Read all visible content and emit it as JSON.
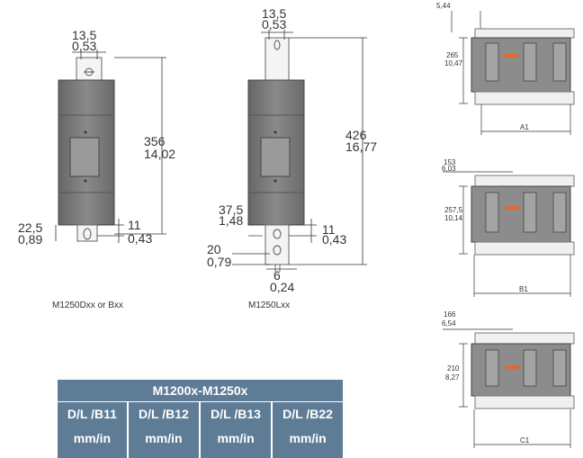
{
  "top_left_dim": "5,44",
  "drawing_dxx": {
    "top_dim": "13,5",
    "top_dim_in": "0,53",
    "height_dim": "356",
    "height_dim_in": "14,02",
    "terminal_dim": "22,5",
    "terminal_dim_in": "0,89",
    "hole_dim": "11",
    "hole_dim_in": "0,43",
    "caption": "M1250Dxx or Bxx"
  },
  "drawing_lxx": {
    "top_dim": "13,5",
    "top_dim_in": "0,53",
    "height_dim": "426",
    "height_dim_in": "16,77",
    "offset_dim": "37,5",
    "offset_dim_in": "1,48",
    "hole_dim": "11",
    "hole_dim_in": "0,43",
    "bottom_dim": "20",
    "bottom_dim_in": "0,79",
    "width_dim": "6",
    "width_dim_in": "0,24",
    "caption": "M1250Lxx"
  },
  "side_view_1": {
    "height_dim": "265",
    "height_dim_in": "10,47",
    "width_label": "A1"
  },
  "side_view_2": {
    "offset_dim": "153",
    "offset_dim_in": "6,03",
    "height_dim": "257,5",
    "height_dim_in": "10,14",
    "width_label": "B1"
  },
  "side_view_3": {
    "offset_dim": "166",
    "offset_dim_in": "6,54",
    "height_dim": "210",
    "height_dim_in": "8,27",
    "width_label": "C1"
  },
  "table": {
    "title": "M1200x-M1250x",
    "columns": [
      "D/L /B11",
      "D/L /B12",
      "D/L /B13",
      "D/L /B22"
    ],
    "units": [
      "mm/in",
      "mm/in",
      "mm/in",
      "mm/in"
    ]
  },
  "colors": {
    "device_body": "#7a7a7a",
    "device_dark": "#555555",
    "table_header": "#5f7c96",
    "handle": "#e06a2c"
  }
}
